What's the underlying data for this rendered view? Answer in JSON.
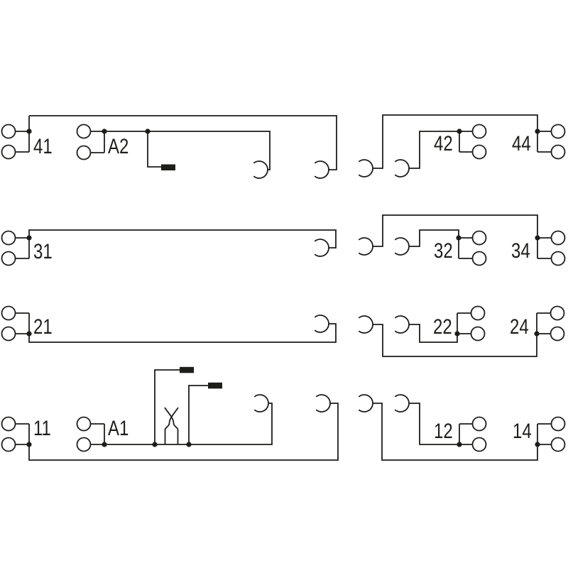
{
  "colors": {
    "line": "#1d1d1b",
    "background": "#ffffff"
  },
  "terminals": {
    "41": "41",
    "A2": "A2",
    "42": "42",
    "44": "44",
    "31": "31",
    "32": "32",
    "34": "34",
    "21": "21",
    "22": "22",
    "24": "24",
    "11": "11",
    "A1": "A1",
    "12": "12",
    "14": "14"
  }
}
